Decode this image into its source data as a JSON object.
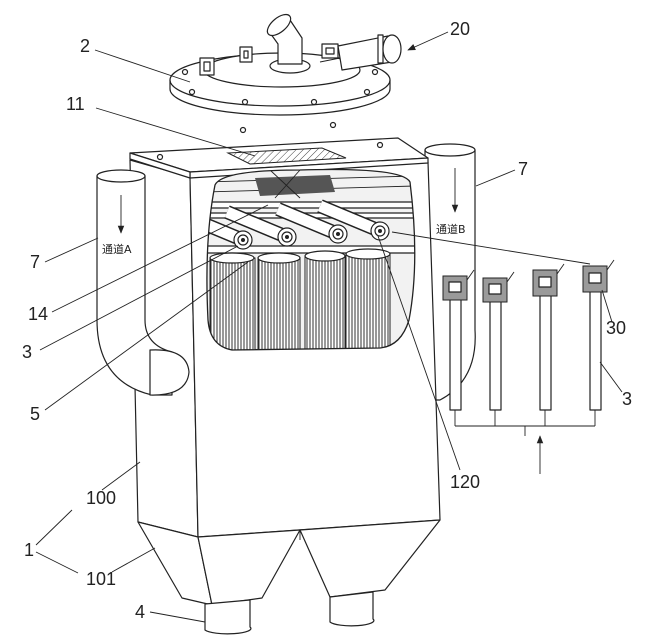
{
  "labels": {
    "ref_20": "20",
    "ref_2": "2",
    "ref_11": "11",
    "ref_7_right": "7",
    "channel_b": "通道B",
    "channel_a": "通道A",
    "ref_7_left": "7",
    "ref_14": "14",
    "ref_30": "30",
    "ref_3_left": "3",
    "ref_3_right": "3",
    "ref_5": "5",
    "ref_120": "120",
    "ref_100": "100",
    "ref_1": "1",
    "ref_101": "101",
    "ref_4": "4"
  }
}
